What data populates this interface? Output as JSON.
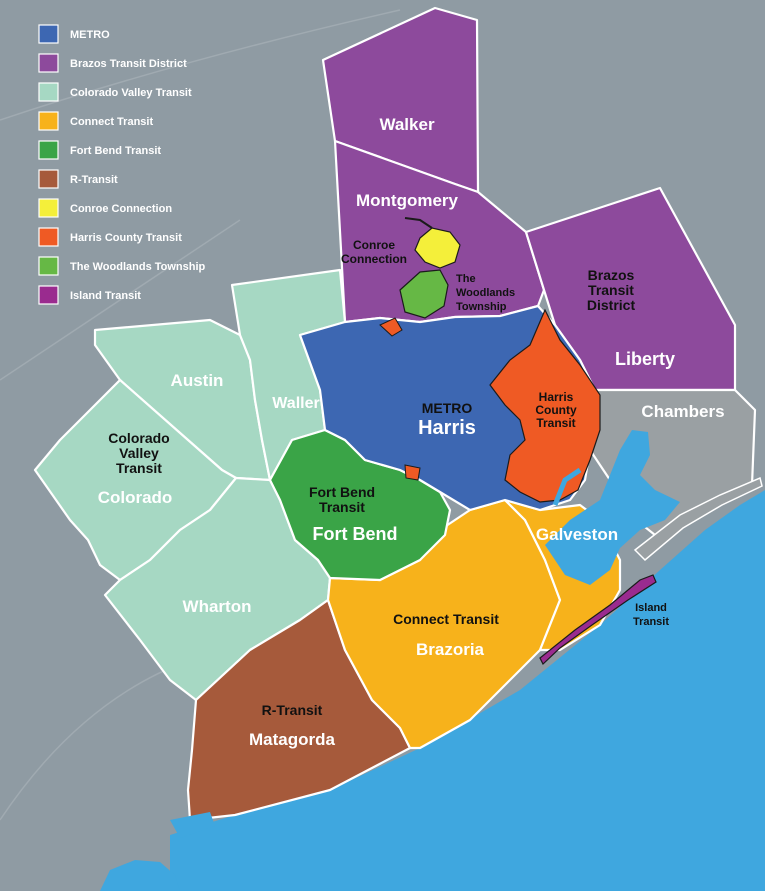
{
  "colors": {
    "background": "#8f9ba3",
    "water": "#3fa7df",
    "unserved": "#9aa0a3",
    "metro": "#3d67b2",
    "brazos": "#8d4a9c",
    "colorado": "#a6d8c3",
    "connect": "#f7b21b",
    "fortbend": "#3aa447",
    "rtransit": "#a65a3b",
    "conroe": "#f4ef3a",
    "hct": "#ef5a24",
    "woodlands": "#66b845",
    "island": "#9a2b8f"
  },
  "legend": [
    {
      "label": "METRO",
      "color": "#3d67b2"
    },
    {
      "label": "Brazos Transit District",
      "color": "#8d4a9c"
    },
    {
      "label": "Colorado Valley Transit",
      "color": "#a6d8c3"
    },
    {
      "label": "Connect Transit",
      "color": "#f7b21b"
    },
    {
      "label": "Fort Bend Transit",
      "color": "#3aa447"
    },
    {
      "label": "R-Transit",
      "color": "#a65a3b"
    },
    {
      "label": "Conroe Connection",
      "color": "#f4ef3a"
    },
    {
      "label": "Harris County Transit",
      "color": "#ef5a24"
    },
    {
      "label": "The Woodlands Township",
      "color": "#66b845"
    },
    {
      "label": "Island Transit",
      "color": "#9a2b8f"
    }
  ],
  "counties": {
    "walker": "Walker",
    "montgomery": "Montgomery",
    "liberty": "Liberty",
    "chambers": "Chambers",
    "austin": "Austin",
    "waller": "Waller",
    "harris": "Harris",
    "colorado": "Colorado",
    "fortbend": "Fort Bend",
    "galveston": "Galveston",
    "wharton": "Wharton",
    "brazoria": "Brazoria",
    "matagorda": "Matagorda"
  },
  "agencies": {
    "conroe": [
      "Conroe",
      "Connection"
    ],
    "woodlands": [
      "The",
      "Woodlands",
      "Township"
    ],
    "brazos": [
      "Brazos",
      "Transit",
      "District"
    ],
    "metro": "METRO",
    "hct": [
      "Harris",
      "County",
      "Transit"
    ],
    "colorado": [
      "Colorado",
      "Valley",
      "Transit"
    ],
    "fortbend": [
      "Fort Bend",
      "Transit"
    ],
    "island": [
      "Island",
      "Transit"
    ],
    "connect": "Connect Transit",
    "rtransit": "R-Transit"
  }
}
